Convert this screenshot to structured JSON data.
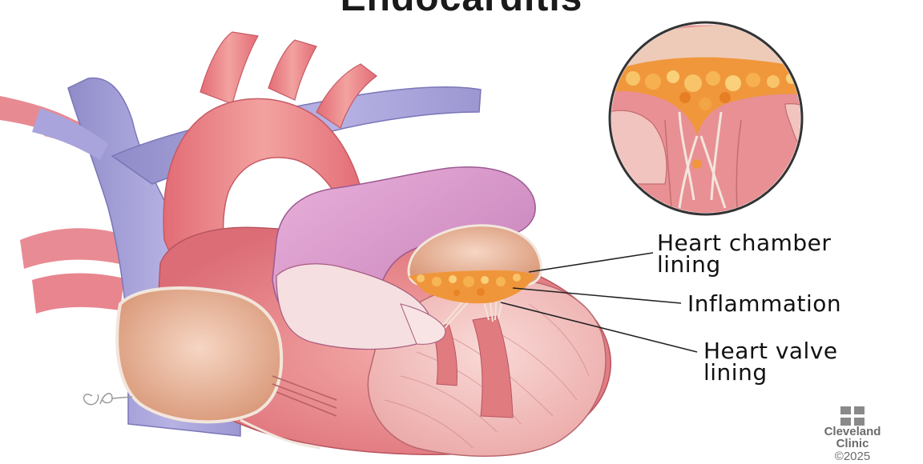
{
  "title": "Endocarditis",
  "labels": {
    "chamber_line1": "Heart chamber",
    "chamber_line2": "lining",
    "inflammation": "Inflammation",
    "valve_line1": "Heart valve",
    "valve_line2": "lining"
  },
  "logo": {
    "line1": "Cleveland",
    "line2": "Clinic",
    "copyright": "©2025"
  },
  "colors": {
    "vein": "#a7a2d8",
    "artery": "#e87f86",
    "heart": "#ec8f93",
    "pulmonary": "#d894c8",
    "inner": "#f5c9c7",
    "valve": "#e3a98a",
    "inflammation": "#f2a03a"
  }
}
